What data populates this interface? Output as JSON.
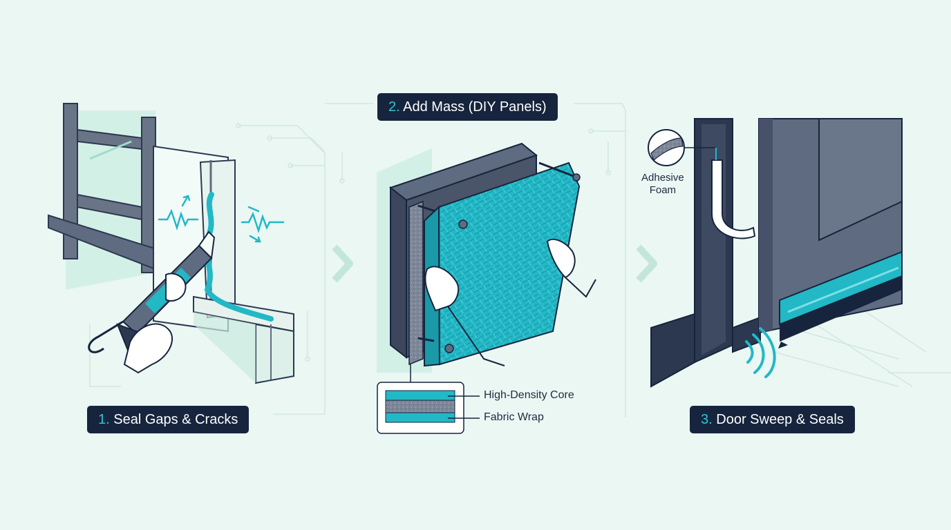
{
  "steps": [
    {
      "number": "1.",
      "label": "Seal Gaps & Cracks"
    },
    {
      "number": "2.",
      "label": "Add Mass (DIY Panels)"
    },
    {
      "number": "3.",
      "label": "Door Sweep & Seals"
    }
  ],
  "panel_legend": {
    "layer_top": "High-Density Core",
    "layer_bottom": "Fabric Wrap"
  },
  "door_callout": {
    "line1": "Adhesive",
    "line2": "Foam"
  },
  "colors": {
    "background": "#eaf7f3",
    "navy": "#16243d",
    "slate": "#5f6b80",
    "teal": "#22b8c6",
    "mint": "#b6e8d9"
  },
  "icons": [
    "caulk-gun-icon",
    "sound-wave-icon",
    "screw-icon",
    "hand-icon",
    "chevron-right-icon"
  ]
}
